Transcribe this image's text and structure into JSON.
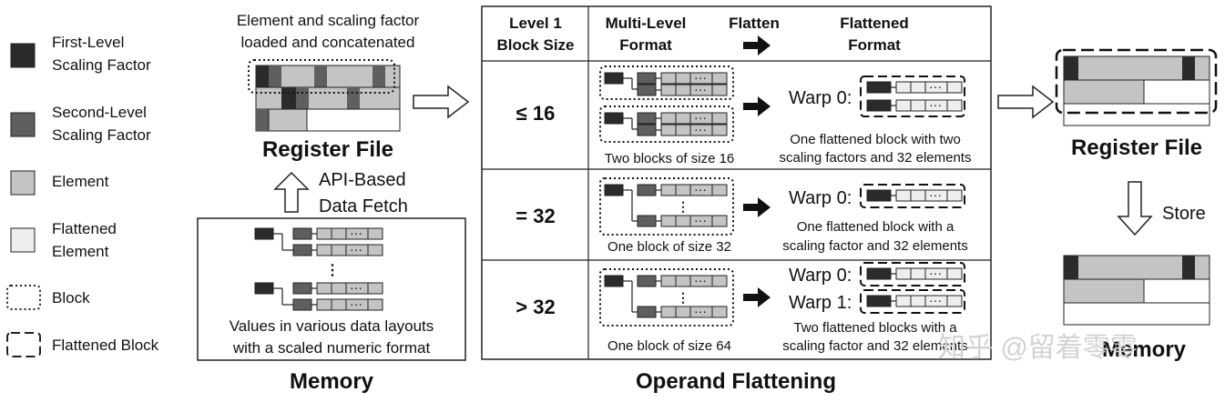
{
  "legend": {
    "first_level": [
      "First-Level",
      "Scaling Factor"
    ],
    "second_level": [
      "Second-Level",
      "Scaling Factor"
    ],
    "element": "Element",
    "flattened_element": [
      "Flattened",
      "Element"
    ],
    "block": "Block",
    "flattened_block": "Flattened Block"
  },
  "memory": {
    "caption": [
      "Values in various data layouts",
      "with a scaled numeric format"
    ],
    "title": "Memory",
    "ellipsis": "..."
  },
  "register_left": {
    "top_caption": [
      "Element and scaling factor",
      "loaded and concatenated"
    ],
    "title": "Register File",
    "fetch_label": [
      "API-Based",
      "Data Fetch"
    ]
  },
  "flattening": {
    "title": "Operand Flattening",
    "headers": {
      "col1": [
        "Level 1",
        "Block Size"
      ],
      "col2": [
        "Multi-Level",
        "Format"
      ],
      "col3": "Flatten",
      "col4": [
        "Flattened",
        "Format"
      ]
    },
    "rows": [
      {
        "size": "≤ 16",
        "left_caption": "Two blocks of size 16",
        "warps": [
          "Warp 0:"
        ],
        "right_caption": [
          "One flattened block with two",
          "scaling factors and 32 elements"
        ]
      },
      {
        "size": "= 32",
        "left_caption": "One block of size 32",
        "warps": [
          "Warp 0:"
        ],
        "right_caption": [
          "One flattened block with a",
          "scaling factor and 32 elements"
        ]
      },
      {
        "size": "> 32",
        "left_caption": "One block of size 64",
        "warps": [
          "Warp 0:",
          "Warp 1:"
        ],
        "right_caption": [
          "Two flattened blocks with a",
          "scaling factor and 32 elements"
        ]
      }
    ]
  },
  "register_right": {
    "title": "Register File",
    "store_label": "Store"
  },
  "memory_right": {
    "title": "Memory"
  },
  "watermark": "知乎 @留着零零",
  "colors": {
    "first_level": "#2b2b2b",
    "second_level": "#5f5f5f",
    "element": "#c4c4c4",
    "flattened": "#eeeeee"
  }
}
